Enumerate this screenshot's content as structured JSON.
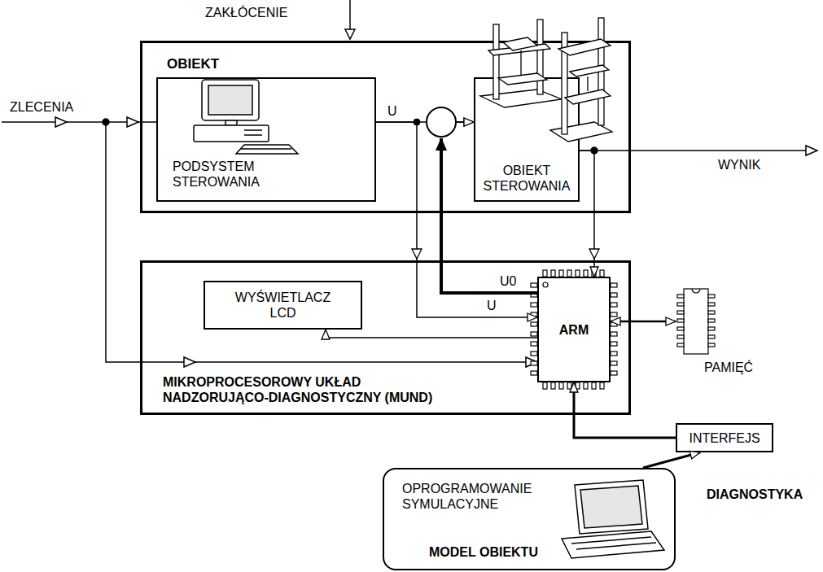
{
  "diagram": {
    "nodes": [
      {
        "text": [
          "OBIEKT"
        ]
      },
      {
        "text": [
          "PODSYSTEM STEROWANIA"
        ],
        "in": 0
      },
      {
        "text": [
          "OBIEKT STEROWANIA"
        ],
        "in": 0
      },
      {
        "text": [
          "DIAGNOSTYKA"
        ]
      },
      {
        "text": [
          "MIKROPROCESOROWY UKŁAD NADZORUJĄCO-DIAGNOSTYCZNY (MUND)"
        ],
        "in": 3
      },
      {
        "text": [
          "WYŚWIETLACZ LCD"
        ],
        "in": 4
      },
      {
        "text": [
          "ARM"
        ],
        "in": 4
      },
      {
        "text": [
          "PAMIĘĆ"
        ],
        "in": 3
      },
      {
        "text": [
          "INTERFEJS"
        ],
        "in": 3
      },
      {
        "text": [
          "OPROGRAMOWANIE SYMULACYJNE",
          "MODEL OBIEKTU"
        ]
      }
    ],
    "edges": [
      {
        "from": 1,
        "to": 2,
        "label": "U",
        "arrow": "to"
      },
      {
        "from": 1,
        "to": 6,
        "label": "U",
        "arrow": "to"
      },
      {
        "from": 6,
        "to": 2,
        "label": "U0",
        "arrow": "to"
      },
      {
        "from": 2,
        "to": 6,
        "arrow": "to"
      },
      {
        "from": 6,
        "to": 5,
        "arrow": "to"
      },
      {
        "from": 6,
        "to": 7,
        "arrow": "both"
      },
      {
        "from": 8,
        "to": 6,
        "arrow": "to"
      },
      {
        "from": 9,
        "to": 8,
        "arrow": "to"
      }
    ],
    "labels": [
      "ZAKŁÓCENIE",
      "ZLECENIA",
      "WYNIK"
    ]
  }
}
